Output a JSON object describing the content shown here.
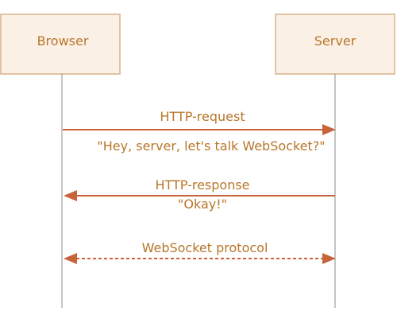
{
  "participants": {
    "browser": "Browser",
    "server": "Server"
  },
  "messages": {
    "request": {
      "label": "HTTP-request",
      "note": "\"Hey, server, let's talk WebSocket?\"",
      "direction": "browser-to-server"
    },
    "response": {
      "label": "HTTP-response",
      "note": "\"Okay!\"",
      "direction": "server-to-browser"
    },
    "protocol": {
      "label": "WebSocket protocol",
      "direction": "bidirectional",
      "style": "dashed"
    }
  },
  "colors": {
    "box_fill": "#fbf0e6",
    "box_border": "#e2c3a2",
    "text": "#b8762a",
    "arrow": "#c8643a",
    "lifeline": "#8c8c8c"
  }
}
